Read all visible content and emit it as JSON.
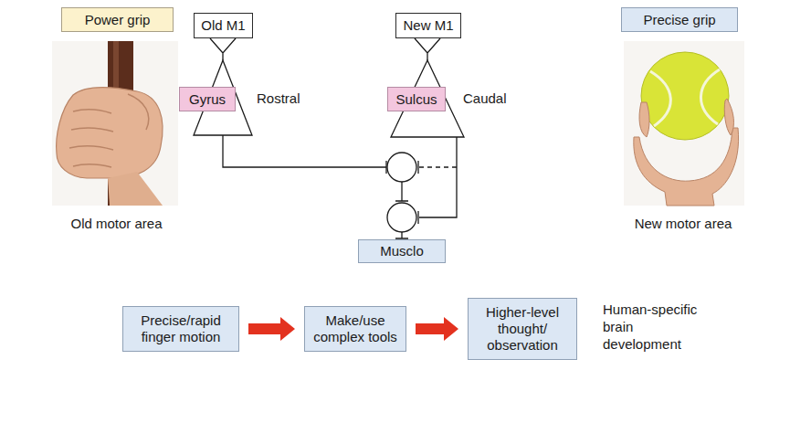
{
  "diagram": {
    "nodes": [
      {
        "text": [
          "Power grip"
        ]
      },
      {
        "text": [
          "Old M1"
        ]
      },
      {
        "text": [
          "New M1"
        ]
      },
      {
        "text": [
          "Precise grip"
        ]
      },
      {
        "text": [
          "Gyrus"
        ]
      },
      {
        "text": [
          "Sulcus"
        ]
      },
      {
        "text": [
          "Musclo"
        ]
      },
      {
        "text": [
          "Precise/rapid finger motion"
        ]
      },
      {
        "text": [
          "Make/use complex tools"
        ]
      },
      {
        "text": [
          "Higher-level thought/ observation"
        ]
      }
    ],
    "edges": [
      {
        "from": 7,
        "to": 8,
        "arrow": "to"
      },
      {
        "from": 8,
        "to": 9,
        "arrow": "to"
      }
    ],
    "labels": [
      "Rostral",
      "Caudal",
      "Old motor area",
      "New motor area",
      "Human-specific brain development"
    ]
  }
}
